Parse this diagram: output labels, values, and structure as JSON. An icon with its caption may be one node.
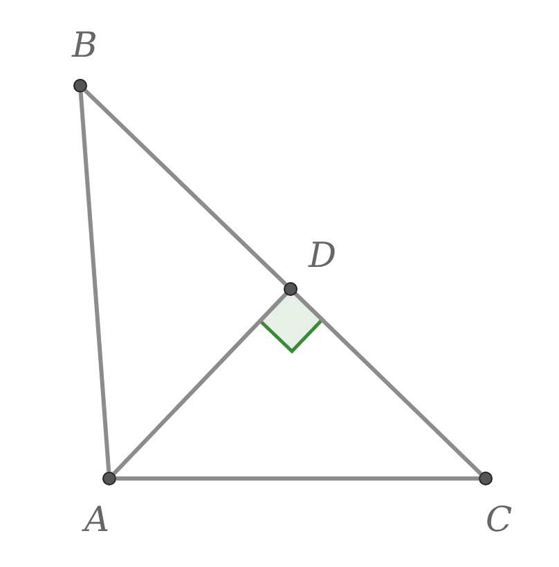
{
  "diagram": {
    "nodes": [
      {
        "text": [
          "B"
        ]
      },
      {
        "text": [
          "D"
        ]
      },
      {
        "text": [
          "A"
        ]
      },
      {
        "text": [
          "C"
        ]
      }
    ],
    "edges": [
      {
        "from": 0,
        "to": 2,
        "arrow": "none"
      },
      {
        "from": 0,
        "to": 1,
        "arrow": "none"
      },
      {
        "from": 1,
        "to": 3,
        "arrow": "none"
      },
      {
        "from": 2,
        "to": 3,
        "arrow": "none"
      },
      {
        "from": 2,
        "to": 1,
        "arrow": "none"
      }
    ]
  }
}
